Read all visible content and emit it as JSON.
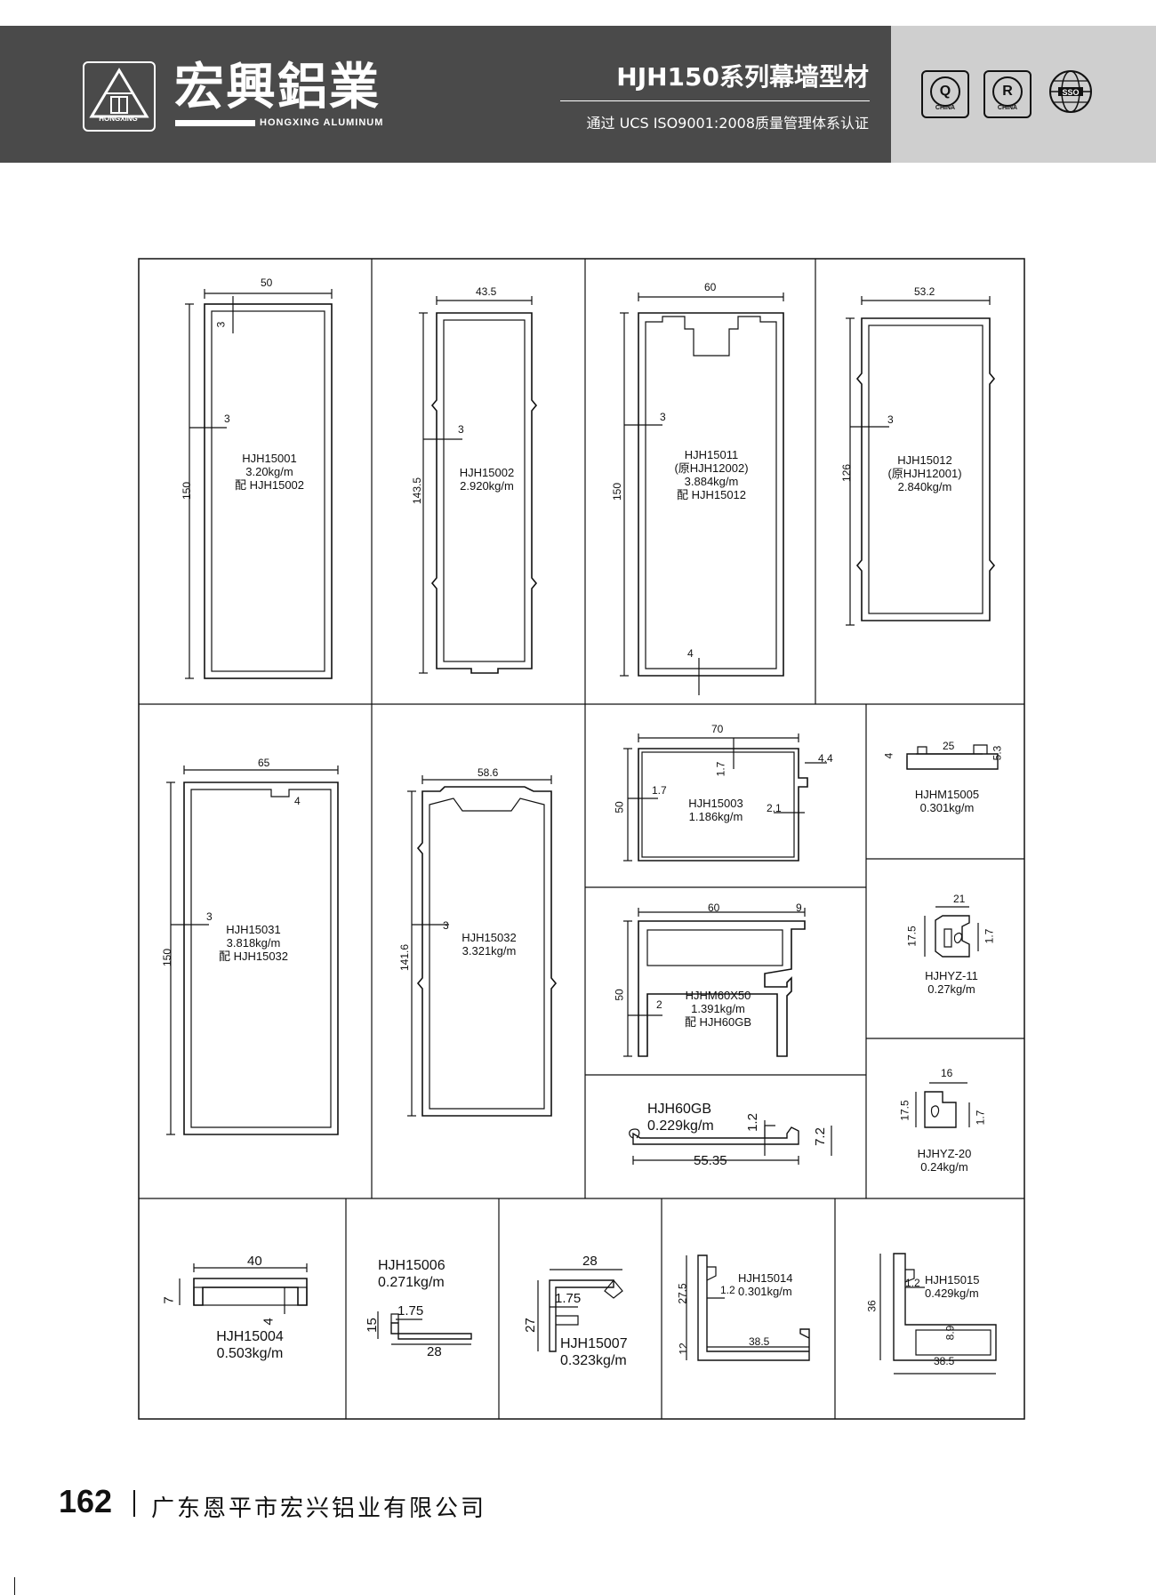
{
  "header": {
    "brand_zh": "宏興鋁業",
    "brand_en": "HONGXING ALUMINUM",
    "logo_text": "HONGXING",
    "series_title": "HJH150系列幕墙型材",
    "certification": "通过 UCS ISO9001:2008质量管理体系认证",
    "cert_badges": [
      {
        "letter": "Q",
        "label": "CHINA"
      },
      {
        "letter": "R",
        "label": "CHINA"
      }
    ],
    "globe_label": "SSO"
  },
  "profiles": {
    "p15001": {
      "lines": [
        "HJH15001",
        "3.20kg/m",
        "配 HJH15002"
      ],
      "dims": {
        "width": "50",
        "height": "150",
        "wall_top": "3",
        "wall_side": "3"
      }
    },
    "p15002": {
      "lines": [
        "HJH15002",
        "2.920kg/m"
      ],
      "dims": {
        "width": "43.5",
        "height": "143.5",
        "wall": "3"
      }
    },
    "p15011": {
      "lines": [
        "HJH15011",
        "(原HJH12002)",
        "3.884kg/m",
        "配 HJH15012"
      ],
      "dims": {
        "width": "60",
        "height": "150",
        "wall": "3",
        "bottom": "4"
      }
    },
    "p15012": {
      "lines": [
        "HJH15012",
        "(原HJH12001)",
        "2.840kg/m"
      ],
      "dims": {
        "width": "53.2",
        "height": "126",
        "wall": "3"
      }
    },
    "p15031": {
      "lines": [
        "HJH15031",
        "3.818kg/m",
        "配 HJH15032"
      ],
      "dims": {
        "width": "65",
        "height": "150",
        "wall": "3",
        "top": "4"
      }
    },
    "p15032": {
      "lines": [
        "HJH15032",
        "3.321kg/m"
      ],
      "dims": {
        "width": "58.6",
        "height": "141.6",
        "wall": "3"
      }
    },
    "p15003": {
      "lines": [
        "HJH15003",
        "1.186kg/m"
      ],
      "dims": {
        "width": "70",
        "height": "50",
        "top": "1.7",
        "side": "1.7",
        "lip": "4.4",
        "inner": "2.1"
      }
    },
    "pM15005": {
      "lines": [
        "HJHM15005",
        "0.301kg/m"
      ],
      "dims": {
        "width": "25",
        "left": "4",
        "right": "5.3"
      }
    },
    "pM60x50": {
      "lines": [
        "HJHM60X50",
        "1.391kg/m",
        "配 HJH60GB"
      ],
      "dims": {
        "width": "60",
        "lip": "9",
        "height": "50",
        "wall": "2"
      }
    },
    "pYZ11": {
      "lines": [
        "HJHYZ-11",
        "0.27kg/m"
      ],
      "dims": {
        "width": "21",
        "height": "17.5",
        "inner": "1.7"
      }
    },
    "p60GB": {
      "lines": [
        "HJH60GB",
        "0.229kg/m"
      ],
      "dims": {
        "width": "55.35",
        "thick": "1.2",
        "height": "7.2"
      }
    },
    "pYZ20": {
      "lines": [
        "HJHYZ-20",
        "0.24kg/m"
      ],
      "dims": {
        "width": "16",
        "height": "17.5",
        "inner": "1.7"
      }
    },
    "p15004": {
      "lines": [
        "HJH15004",
        "0.503kg/m"
      ],
      "dims": {
        "width": "40",
        "height": "7",
        "inner": "4"
      }
    },
    "p15006": {
      "lines": [
        "HJH15006",
        "0.271kg/m"
      ],
      "dims": {
        "width": "28",
        "height": "15",
        "web": "1.75"
      }
    },
    "p15007": {
      "lines": [
        "HJH15007",
        "0.323kg/m"
      ],
      "dims": {
        "width": "28",
        "height": "27",
        "web": "1.75"
      }
    },
    "p15014": {
      "lines": [
        "HJH15014",
        "0.301kg/m"
      ],
      "dims": {
        "height": "27.5",
        "wall": "1.2",
        "width": "38.5",
        "base": "12"
      }
    },
    "p15015": {
      "lines": [
        "HJH15015",
        "0.429kg/m"
      ],
      "dims": {
        "height": "36",
        "wall": "1.2",
        "width": "38.5",
        "box": "8.9"
      }
    }
  },
  "footer": {
    "page_number": "162",
    "company": "广东恩平市宏兴铝业有限公司"
  }
}
